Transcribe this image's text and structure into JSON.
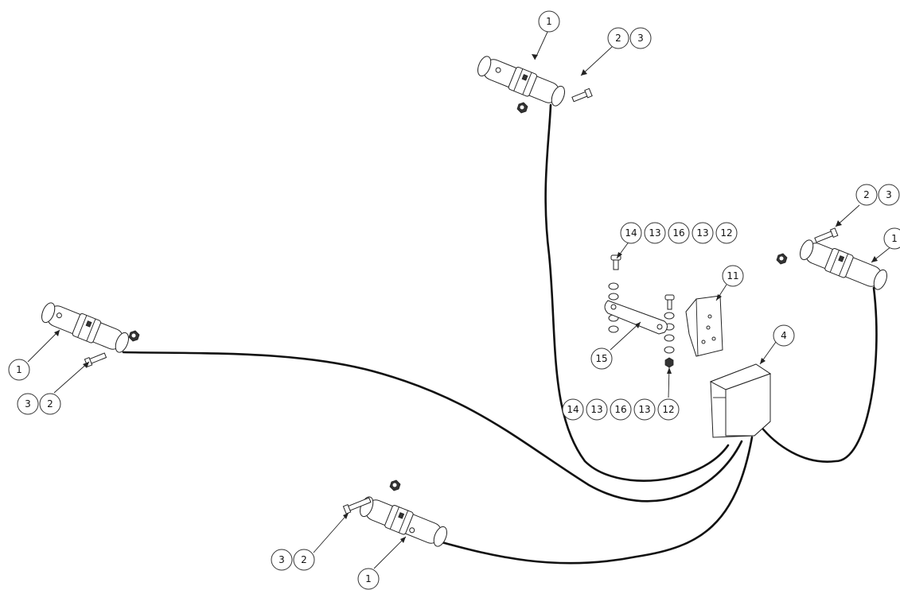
{
  "callouts": {
    "sensor_top_1": "1",
    "sensor_top_2": "2",
    "sensor_top_3": "3",
    "sensor_right_2": "2",
    "sensor_right_3": "3",
    "sensor_right_1": "1",
    "sensor_left_1": "1",
    "sensor_left_3": "3",
    "sensor_left_2": "2",
    "sensor_bottom_3": "3",
    "sensor_bottom_2": "2",
    "sensor_bottom_1": "1",
    "hardware_top_14": "14",
    "hardware_top_13a": "13",
    "hardware_top_16": "16",
    "hardware_top_13b": "13",
    "hardware_top_12": "12",
    "hardware_bottom_14": "14",
    "hardware_bottom_13a": "13",
    "hardware_bottom_16": "16",
    "hardware_bottom_13b": "13",
    "hardware_bottom_12": "12",
    "bracket_11": "11",
    "strap_15": "15",
    "module_4": "4"
  }
}
